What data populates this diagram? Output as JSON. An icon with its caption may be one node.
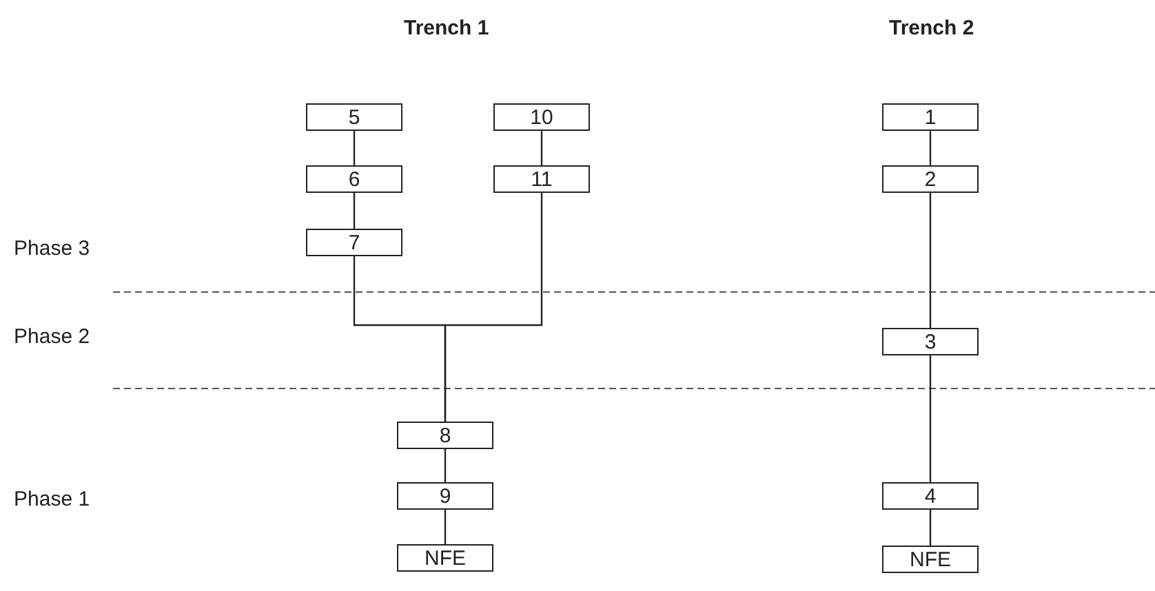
{
  "diagram": {
    "nodes": [
      {
        "text": [
          "5"
        ]
      },
      {
        "text": [
          "10"
        ]
      },
      {
        "text": [
          "1"
        ]
      },
      {
        "text": [
          "6"
        ]
      },
      {
        "text": [
          "11"
        ]
      },
      {
        "text": [
          "2"
        ]
      },
      {
        "text": [
          "7"
        ]
      },
      {
        "text": [
          "3"
        ]
      },
      {
        "text": [
          "8"
        ]
      },
      {
        "text": [
          "9"
        ]
      },
      {
        "text": [
          "4"
        ]
      },
      {
        "text": [
          "NFE"
        ]
      },
      {
        "text": [
          "NFE"
        ]
      }
    ],
    "edges": [
      {
        "from": 0,
        "to": 3,
        "arrow": "none"
      },
      {
        "from": 3,
        "to": 6,
        "arrow": "none"
      },
      {
        "from": 1,
        "to": 4,
        "arrow": "none"
      },
      {
        "from": 6,
        "to": 8,
        "arrow": "none"
      },
      {
        "from": 4,
        "to": 8,
        "arrow": "none"
      },
      {
        "from": 8,
        "to": 9,
        "arrow": "none"
      },
      {
        "from": 9,
        "to": 11,
        "arrow": "none"
      },
      {
        "from": 2,
        "to": 5,
        "arrow": "none"
      },
      {
        "from": 5,
        "to": 7,
        "arrow": "none"
      },
      {
        "from": 7,
        "to": 10,
        "arrow": "none"
      },
      {
        "from": 10,
        "to": 12,
        "arrow": "none"
      }
    ],
    "labels": [
      "Trench 1",
      "Trench 2",
      "Phase 3",
      "Phase 2",
      "Phase 1"
    ]
  }
}
